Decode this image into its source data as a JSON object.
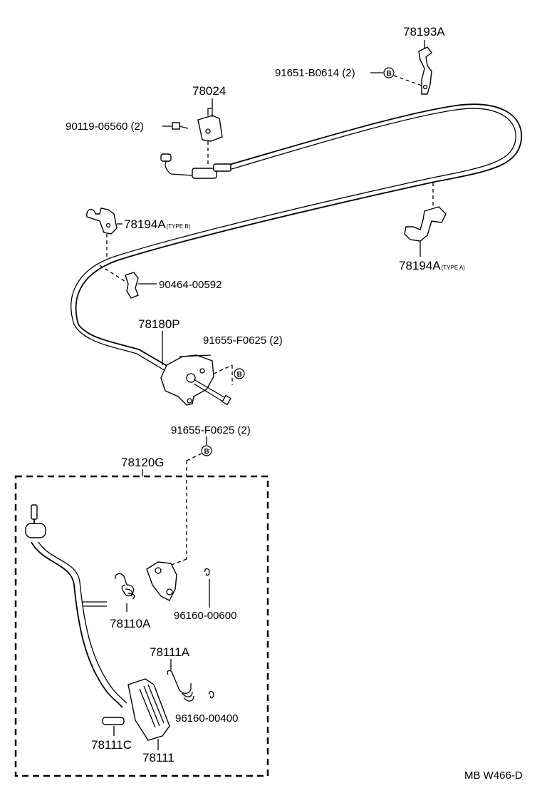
{
  "parts": {
    "p78193A": "78193A",
    "p91651": "91651-B0614 (2)",
    "p78024": "78024",
    "p90119": "90119-06560 (2)",
    "p78194B": "78194A",
    "p78194B_type": "(TYPE B)",
    "p78194A": "78194A",
    "p78194A_type": "(TYPE A)",
    "p90464": "90464-00592",
    "p78180P": "78180P",
    "p91655a": "91655-F0625 (2)",
    "p91655b": "91655-F0625 (2)",
    "p78120G": "78120G",
    "p78110A": "78110A",
    "p96160_600": "96160-00600",
    "p78111A": "78111A",
    "p96160_400": "96160-00400",
    "p78111C": "78111C",
    "p78111": "78111"
  },
  "callouts": {
    "b1": "B",
    "b2": "B",
    "b3": "B"
  },
  "footer": {
    "code": "MB W466-D"
  }
}
